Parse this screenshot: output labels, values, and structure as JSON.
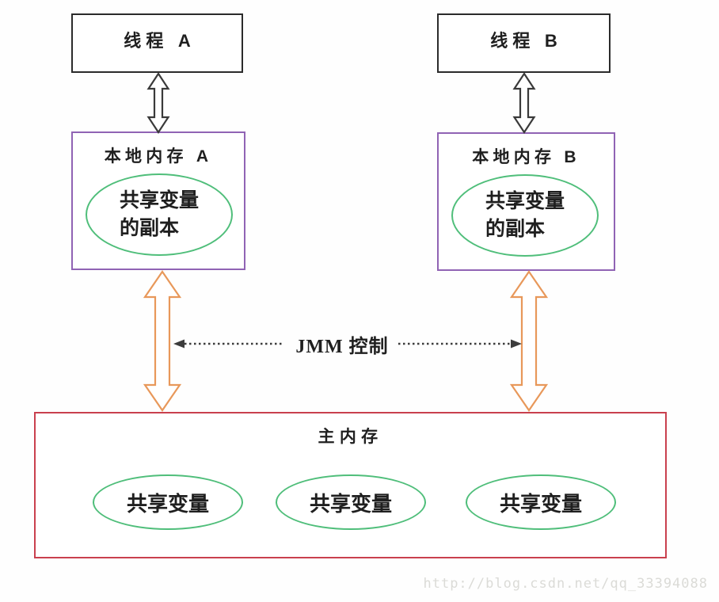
{
  "colors": {
    "background": "#fefefe",
    "ink": "#1f1f1f",
    "thread-border": "#2b2b2b",
    "local-border": "#9063b4",
    "ellipse-green": "#4fbe7a",
    "main-border": "#c9404e",
    "arrow-black": "#3a3a3a",
    "arrow-orange": "#e8985a",
    "dotted-line": "#3c3c3c",
    "watermark": "#dbdbd7"
  },
  "nodes": {
    "thread_a": {
      "label": "线程 A"
    },
    "thread_b": {
      "label": "线程 B"
    },
    "local_a": {
      "label": "本地内存 A",
      "copy": [
        "共享变量",
        "的副本"
      ]
    },
    "local_b": {
      "label": "本地内存 B",
      "copy": [
        "共享变量",
        "的副本"
      ]
    },
    "main_memory": {
      "label": "主内存",
      "vars": [
        "共享变量",
        "共享变量",
        "共享变量"
      ]
    }
  },
  "jmm": {
    "label": "JMM 控制"
  },
  "watermark": {
    "text": "http://blog.csdn.net/qq_33394088"
  }
}
